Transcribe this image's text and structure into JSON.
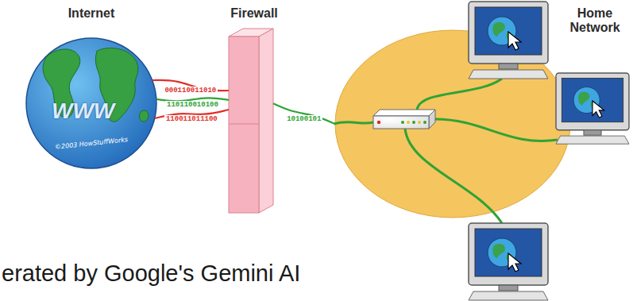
{
  "diagram": {
    "nodes": [
      {
        "text": [
          "Internet",
          "WWW",
          "©2003 HowStuffWorks"
        ]
      },
      {
        "text": [
          "Firewall"
        ]
      },
      {
        "text": [
          "Home Network"
        ]
      }
    ],
    "edges": [
      {
        "from": 0,
        "to": 1,
        "arrow": "none",
        "label": "000110011010"
      },
      {
        "from": 0,
        "to": 1,
        "arrow": "none",
        "label": "110110010100"
      },
      {
        "from": 0,
        "to": 1,
        "arrow": "none",
        "label": "110011011100"
      },
      {
        "from": 1,
        "to": 2,
        "arrow": "none",
        "label": "10100101"
      }
    ],
    "labels": [
      "erated by Google's Gemini AI"
    ]
  }
}
